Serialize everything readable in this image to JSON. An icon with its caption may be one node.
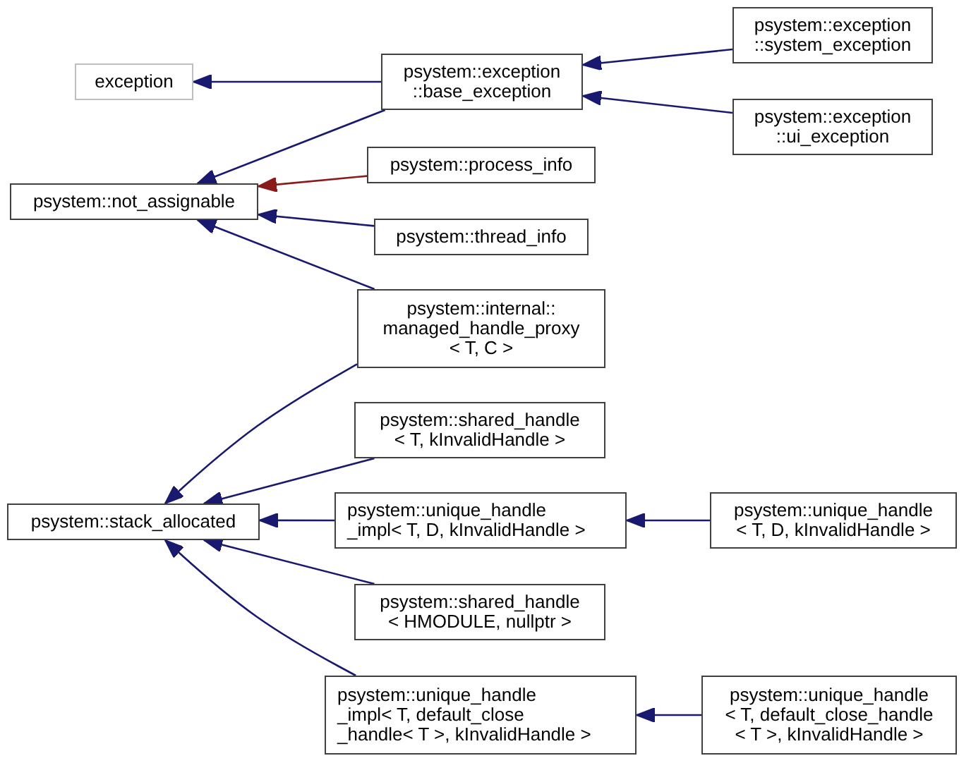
{
  "diagram": {
    "nodes": [
      {
        "text": [
          "exception"
        ]
      },
      {
        "text": [
          "psystem::exception ::base_exception"
        ]
      },
      {
        "text": [
          "psystem::exception ::system_exception"
        ]
      },
      {
        "text": [
          "psystem::exception ::ui_exception"
        ]
      },
      {
        "text": [
          "psystem::not_assignable"
        ]
      },
      {
        "text": [
          "psystem::process_info"
        ]
      },
      {
        "text": [
          "psystem::thread_info"
        ]
      },
      {
        "text": [
          "psystem::internal:: managed_handle_proxy < T, C >"
        ]
      },
      {
        "text": [
          "psystem::stack_allocated"
        ]
      },
      {
        "text": [
          "psystem::shared_handle < T, kInvalidHandle >"
        ]
      },
      {
        "text": [
          "psystem::unique_handle _impl< T, D, kInvalidHandle >"
        ]
      },
      {
        "text": [
          "psystem::unique_handle < T, D, kInvalidHandle >"
        ]
      },
      {
        "text": [
          "psystem::shared_handle < HMODULE, nullptr >"
        ]
      },
      {
        "text": [
          "psystem::unique_handle _impl< T, default_close _handle< T >, kInvalidHandle >"
        ]
      },
      {
        "text": [
          "psystem::unique_handle < T, default_close_handle < T >, kInvalidHandle >"
        ]
      }
    ],
    "edges": [
      {
        "from": 1,
        "to": 0,
        "arrow": "to"
      },
      {
        "from": 2,
        "to": 1,
        "arrow": "to"
      },
      {
        "from": 3,
        "to": 1,
        "arrow": "to"
      },
      {
        "from": 1,
        "to": 4,
        "arrow": "to"
      },
      {
        "from": 5,
        "to": 4,
        "arrow": "to",
        "color": "#8b1a1a"
      },
      {
        "from": 6,
        "to": 4,
        "arrow": "to"
      },
      {
        "from": 7,
        "to": 4,
        "arrow": "to"
      },
      {
        "from": 7,
        "to": 8,
        "arrow": "to"
      },
      {
        "from": 9,
        "to": 8,
        "arrow": "to"
      },
      {
        "from": 10,
        "to": 8,
        "arrow": "to"
      },
      {
        "from": 12,
        "to": 8,
        "arrow": "to"
      },
      {
        "from": 13,
        "to": 8,
        "arrow": "to"
      },
      {
        "from": 11,
        "to": 10,
        "arrow": "to"
      },
      {
        "from": 14,
        "to": 13,
        "arrow": "to"
      }
    ]
  }
}
